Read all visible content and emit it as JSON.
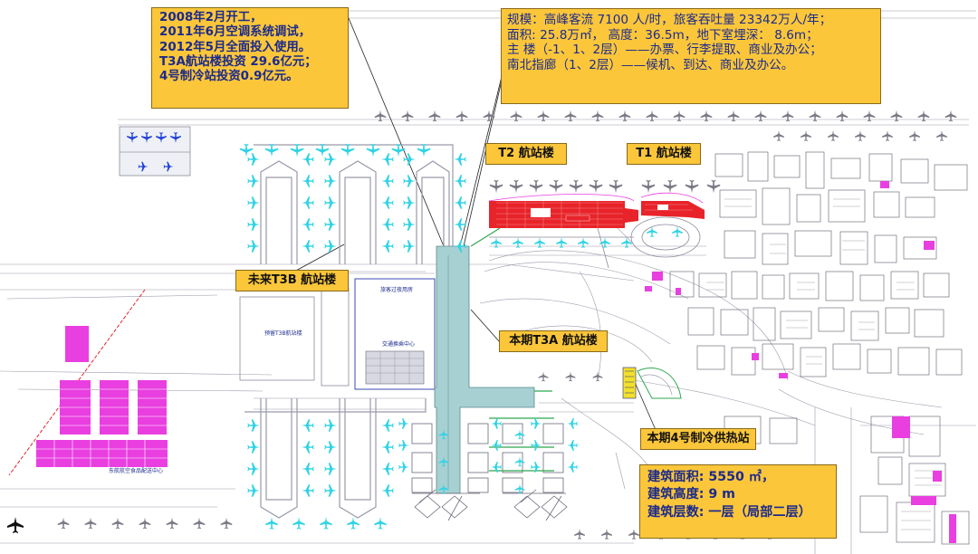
{
  "callouts": {
    "history": {
      "lines": [
        "2008年2月开工，",
        "2011年6月空调系统调试，",
        "2012年5月全面投入使用。",
        "T3A航站楼投资 29.6亿元；",
        "4号制冷站投资0.9亿元。"
      ]
    },
    "scale": {
      "lines": [
        "规模：高峰客流  7100 人/时，旅客吞吐量  23342万人/年；",
        "面积: 25.8万㎡，  高度：36.5m，地下室埋深：  8.6m；",
        "主  楼（-1、1、2层）——办票、行李提取、商业及办公；",
        "南北指廊（1、2层）——候机、到达、商业及办公。"
      ]
    },
    "station": {
      "lines": [
        "建筑面积:    5550 ㎡，",
        "建筑高度:    9 m",
        "建筑层数:    一层（局部二层）"
      ]
    }
  },
  "labels": {
    "t3b": "未来T3B 航站楼",
    "t3a": "本期T3A 航站楼",
    "plant": "本期4号制冷供热站",
    "t2": "T2 航站楼",
    "t1": "T1 航站楼"
  },
  "drawing_text": {
    "t3b_inner": "预留T3B航站楼",
    "t3a_top": "旅客过夜用房",
    "t3a_mid": "交通换乘中心",
    "bottom_left": "东航航空食品配送中心"
  },
  "colors": {
    "terminal_t3a": "#a7d0d2",
    "terminal_t1_t2": "#e8232a",
    "callout": "#fbc63a",
    "aircraft_cyan": "#2fd3e4",
    "aircraft_blue": "#1f3fd8",
    "magenta_buildings": "#e93fe0",
    "cad_lines": "#8a8a9a"
  },
  "icons": [
    "airplane-icon"
  ]
}
